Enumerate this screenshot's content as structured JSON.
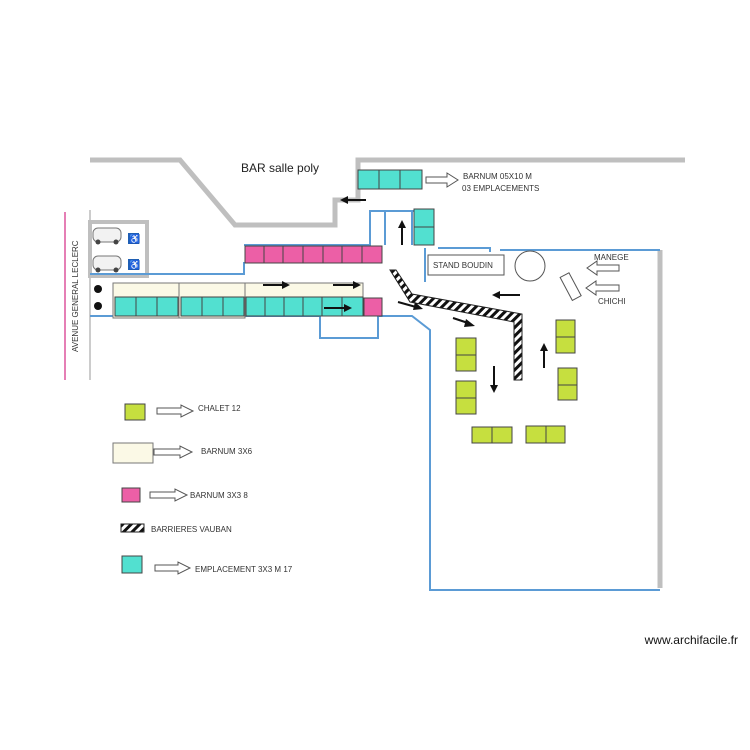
{
  "plan": {
    "title": "BAR salle poly",
    "street": "AVENUE GENERAL LECLERC",
    "barnum_label": "BARNUM   05X10 M",
    "barnum_sub": "03 EMPLACEMENTS",
    "stand_boudin": "STAND BOUDIN",
    "manege": "MANEGE",
    "chichi": "CHICHI",
    "handicap_symbol": "♿"
  },
  "legend": [
    {
      "key": "chalet",
      "label": "CHALET  12",
      "color": "#c6df3f"
    },
    {
      "key": "barnum_3x6",
      "label": "BARNUM 3X6",
      "color": "#fbf9e6"
    },
    {
      "key": "barnum_3x3",
      "label": "BARNUM 3X3     8",
      "color": "#ec5fa6"
    },
    {
      "key": "barrieres",
      "label": "BARRIERES VAUBAN",
      "icon": "hatched-barrier-icon"
    },
    {
      "key": "emplacement",
      "label": "EMPLACEMENT 3X3 M    17",
      "color": "#52e0d0"
    }
  ],
  "colors": {
    "wall": "#bfbfbf",
    "path": "#5b9bd5",
    "street_line": "#e57fb5",
    "chalet": "#c6df3f",
    "barnum_3x3": "#ec5fa6",
    "emplacement": "#52e0d0",
    "barnum_3x6": "#fbf9e6"
  },
  "watermark": "www.archifacile.fr"
}
